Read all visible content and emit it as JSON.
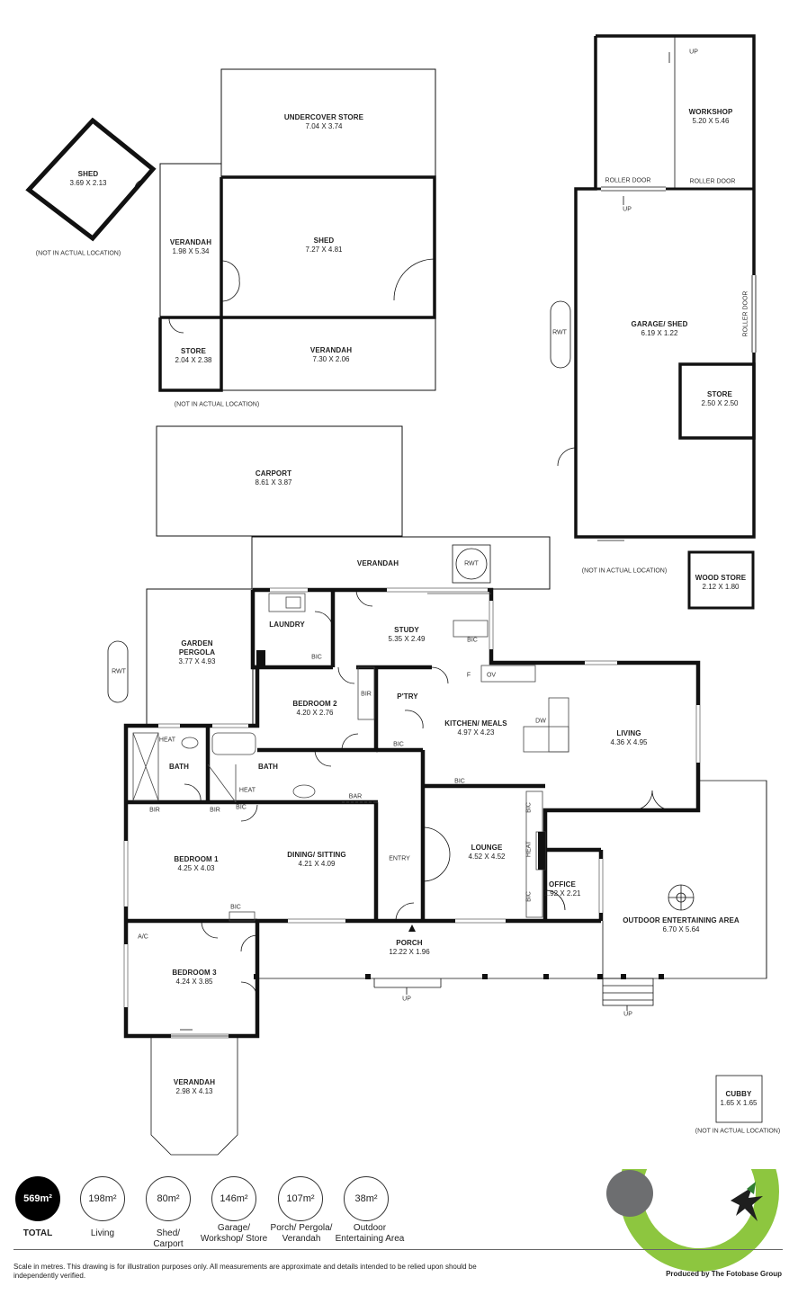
{
  "rooms": {
    "shed_small": {
      "name": "SHED",
      "dims": "3.69 X 2.13"
    },
    "undercover_store": {
      "name": "UNDERCOVER STORE",
      "dims": "7.04 X 3.74"
    },
    "verandah_side": {
      "name": "VERANDAH",
      "dims": "1.98 X 5.34"
    },
    "shed_main": {
      "name": "SHED",
      "dims": "7.27 X 4.81"
    },
    "store_small": {
      "name": "STORE",
      "dims": "2.04 X 2.38"
    },
    "verandah_shed": {
      "name": "VERANDAH",
      "dims": "7.30 X 2.06"
    },
    "workshop": {
      "name": "WORKSHOP",
      "dims": "5.20 X 5.46"
    },
    "garage_shed": {
      "name": "GARAGE/ SHED",
      "dims": "6.19 X 1.22"
    },
    "store_garage": {
      "name": "STORE",
      "dims": "2.50 X 2.50"
    },
    "wood_store": {
      "name": "WOOD STORE",
      "dims": "2.12 X 1.80"
    },
    "carport": {
      "name": "CARPORT",
      "dims": "8.61 X 3.87"
    },
    "verandah_rear": {
      "name": "VERANDAH",
      "dims": ""
    },
    "laundry": {
      "name": "LAUNDRY",
      "dims": ""
    },
    "study": {
      "name": "STUDY",
      "dims": "5.35 X 2.49"
    },
    "garden_pergola": {
      "name": "GARDEN PERGOLA",
      "dims": "3.77 X 4.93"
    },
    "bedroom2": {
      "name": "BEDROOM 2",
      "dims": "4.20 X 2.76"
    },
    "pantry": {
      "name": "P'TRY",
      "dims": ""
    },
    "kitchen": {
      "name": "KITCHEN/ MEALS",
      "dims": "4.97 X 4.23"
    },
    "living": {
      "name": "LIVING",
      "dims": "4.36 X 4.95"
    },
    "bath1": {
      "name": "BATH",
      "dims": ""
    },
    "bath2": {
      "name": "BATH",
      "dims": ""
    },
    "bedroom1": {
      "name": "BEDROOM 1",
      "dims": "4.25 X 4.03"
    },
    "dining": {
      "name": "DINING/ SITTING",
      "dims": "4.21 X 4.09"
    },
    "lounge": {
      "name": "LOUNGE",
      "dims": "4.52 X 4.52"
    },
    "office": {
      "name": "OFFICE",
      "dims": "1.92 X 2.21"
    },
    "outdoor": {
      "name": "OUTDOOR ENTERTAINING AREA",
      "dims": "6.70 X 5.64"
    },
    "bedroom3": {
      "name": "BEDROOM 3",
      "dims": "4.24 X 3.85"
    },
    "porch": {
      "name": "PORCH",
      "dims": "12.22 X 1.96"
    },
    "verandah_front": {
      "name": "VERANDAH",
      "dims": "2.98 X 4.13"
    },
    "cubby": {
      "name": "CUBBY",
      "dims": "1.65 X 1.65"
    }
  },
  "notes": {
    "not_actual_1": "(NOT IN ACTUAL LOCATION)",
    "not_actual_2": "(NOT IN ACTUAL LOCATION)",
    "not_actual_3": "(NOT IN ACTUAL LOCATION)",
    "not_actual_4": "(NOT IN ACTUAL LOCATION)"
  },
  "fixtures": {
    "up1": "UP",
    "up2": "UP",
    "up3": "UP",
    "up4": "UP",
    "roller1": "ROLLER DOOR",
    "roller2": "ROLLER DOOR",
    "roller3": "ROLLER DOOR",
    "rwt1": "RWT",
    "rwt2": "RWT",
    "rwt3": "RWT",
    "bic1": "BIC",
    "bic2": "BIC",
    "bic3": "BIC",
    "bic4": "BIC",
    "bic5": "BIC",
    "bic6": "BIC",
    "bic7": "BIC",
    "bic8": "BIC",
    "bir1": "BIR",
    "bir2": "BIR",
    "bir3": "BIR",
    "heat1": "HEAT",
    "heat2": "HEAT",
    "heat3": "HEAT",
    "f": "F",
    "ov": "OV",
    "dw": "DW",
    "bar": "BAR",
    "entry": "ENTRY",
    "ac": "A/C"
  },
  "areas": {
    "total": {
      "value": "569m²",
      "caption": "TOTAL"
    },
    "items": [
      {
        "value": "198m²",
        "caption": "Living"
      },
      {
        "value": "80m²",
        "caption": "Shed/\nCarport"
      },
      {
        "value": "146m²",
        "caption": "Garage/\nWorkshop/ Store"
      },
      {
        "value": "107m²",
        "caption": "Porch/ Pergola/\nVerandah"
      },
      {
        "value": "38m²",
        "caption": "Outdoor\nEntertaining Area"
      }
    ]
  },
  "disclaimer": "Scale in metres. This drawing is for illustration purposes only. All measurements are approximate and details intended to be relied upon should be independently verified.",
  "produced_by": "Produced by The Fotobase Group",
  "colors": {
    "wall": "#111111",
    "thin": "#555555",
    "logo_green": "#8dc63f",
    "logo_grey": "#6d6e70"
  }
}
